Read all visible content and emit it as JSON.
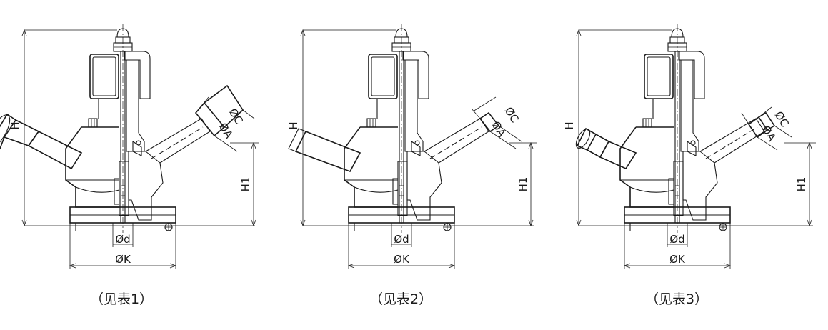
{
  "figures": [
    {
      "caption": "（见表1）",
      "labels": {
        "H": "H",
        "H1": "H1",
        "C": "ØC",
        "A": "ØA",
        "d": "Ød",
        "K": "ØK"
      },
      "variant": 1
    },
    {
      "caption": "（见表2）",
      "labels": {
        "H": "H",
        "H1": "H1",
        "C": "ØC",
        "A": "ØA",
        "d": "Ød",
        "K": "ØK"
      },
      "variant": 2
    },
    {
      "caption": "（见表3）",
      "labels": {
        "H": "H",
        "H1": "H1",
        "C": "ØC",
        "A": "ØA",
        "d": "Ød",
        "K": "ØK"
      },
      "variant": 3
    }
  ],
  "colors": {
    "line": "#1a1a1a",
    "background": "#ffffff"
  }
}
